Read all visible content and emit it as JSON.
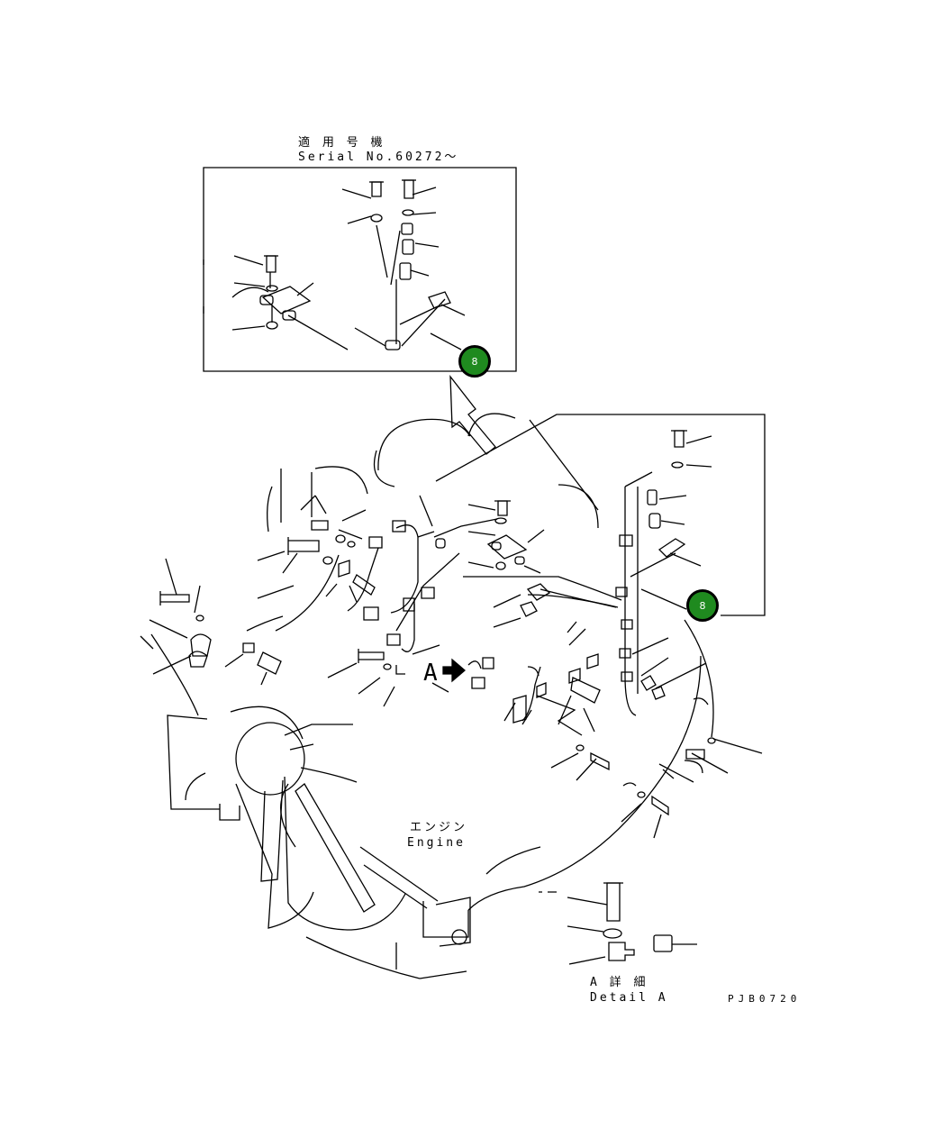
{
  "serial_header": {
    "applicable_jp": "適 用 号 機",
    "serial_text": "Serial No.60272～"
  },
  "engine_label": {
    "jp": "エンジン",
    "en": "Engine"
  },
  "detail_label": {
    "jp": "A 詳 細",
    "en": "Detail A"
  },
  "view_marker": "A",
  "drawing_code": "PJB0720",
  "callouts": [
    "8",
    "8"
  ],
  "colors": {
    "line": "#000000",
    "callout_fill": "#1f8a1f",
    "callout_text": "#ffffff"
  }
}
